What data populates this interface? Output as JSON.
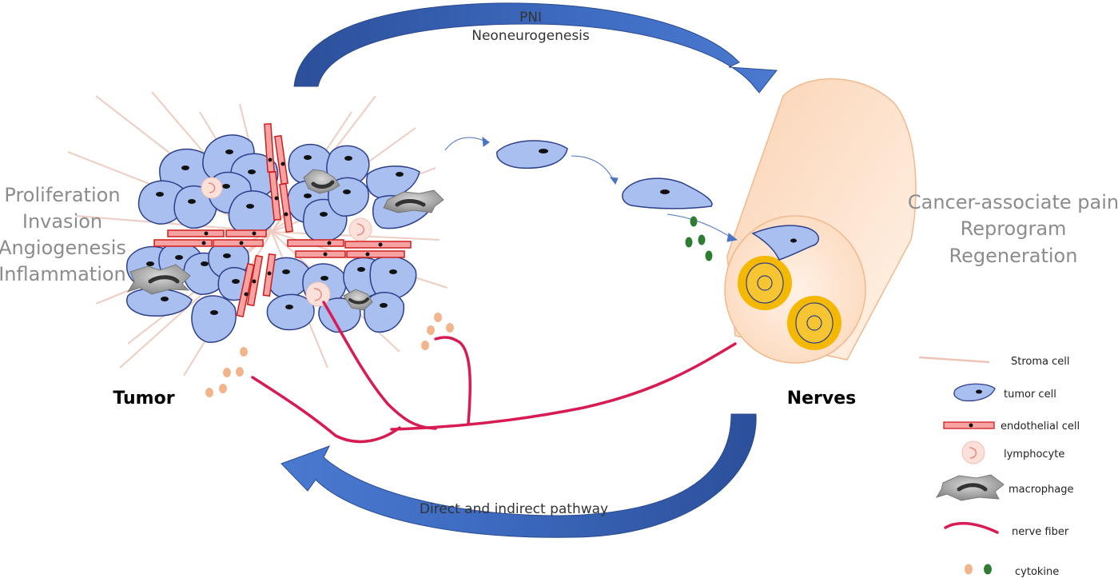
{
  "labels": {
    "top_arrow_line1": "PNI",
    "top_arrow_line2": "Neoneurogenesis",
    "bottom_arrow": "Direct and indirect pathway",
    "tumor": "Tumor",
    "nerves": "Nerves"
  },
  "tumor_effects": [
    "Proliferation",
    "Invasion",
    "Angiogenesis",
    "Inflammation"
  ],
  "nerve_effects": [
    "Cancer-associate pain",
    "Reprogram",
    "Regeneration"
  ],
  "legend": [
    {
      "id": "stroma",
      "label": "Stroma cell"
    },
    {
      "id": "tumor",
      "label": "tumor cell"
    },
    {
      "id": "endothelial",
      "label": "endothelial  cell"
    },
    {
      "id": "lymphocyte",
      "label": "lymphocyte"
    },
    {
      "id": "macrophage",
      "label": "macrophage"
    },
    {
      "id": "nerve-fiber",
      "label": "nerve fiber"
    },
    {
      "id": "cytokine",
      "label": "cytokine"
    }
  ],
  "colors": {
    "arrow_blue": "#3a64b8",
    "tumor_cell_fill": "#a9bfef",
    "tumor_cell_stroke": "#2d3f8a",
    "endothelial_fill": "#f6a3a3",
    "endothelial_stroke": "#d21c1c",
    "lymphocyte_fill": "#fbe1da",
    "macrophage_fill": "#9e9e9e",
    "stroma_color": "#e8bdb0",
    "nerve_fiber": "#d81b52",
    "nerve_fill": "#fbd0ae",
    "myelin": "#f5b800",
    "cytokine_orange": "#f2b48a",
    "cytokine_green": "#2e7d32"
  }
}
